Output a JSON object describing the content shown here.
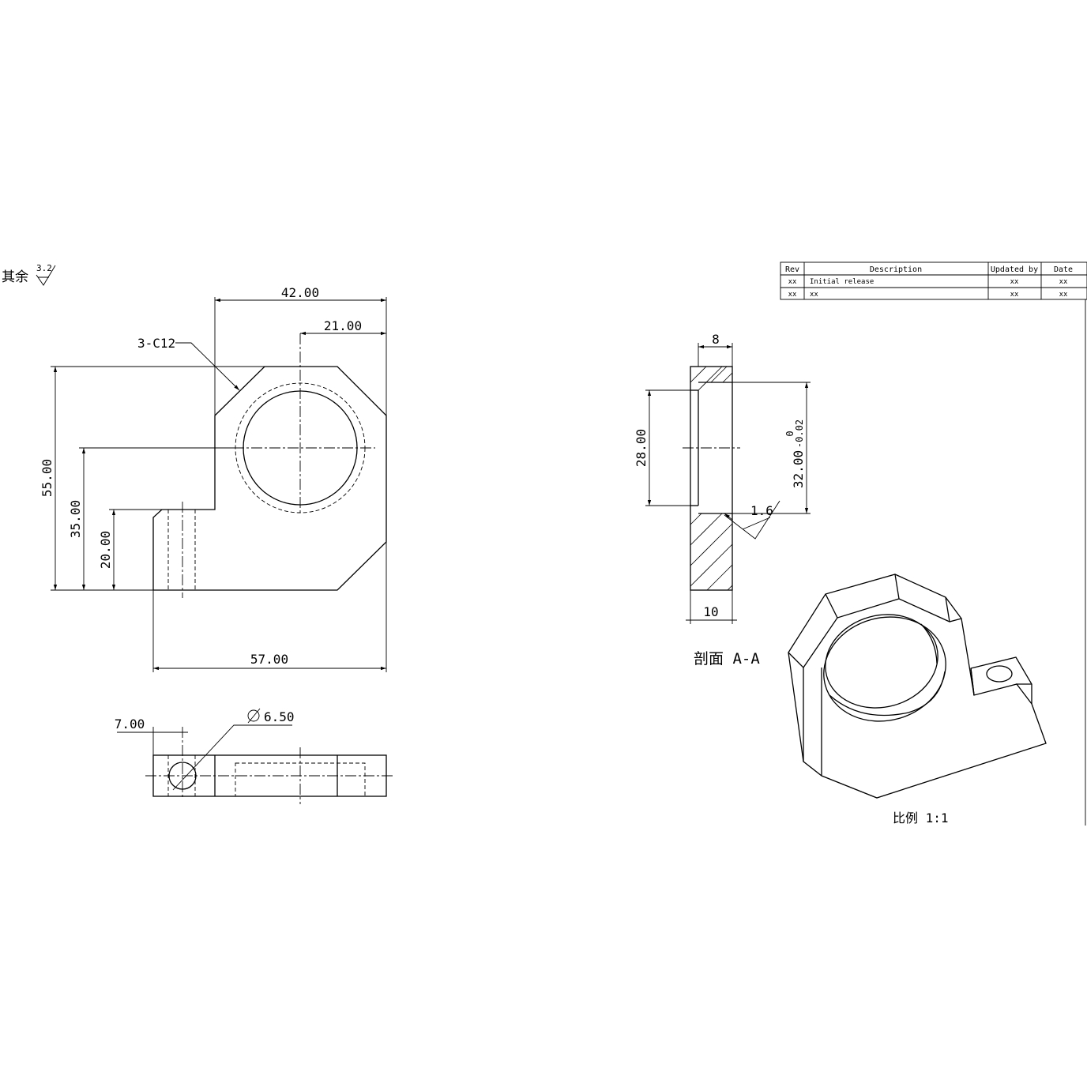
{
  "roughness_note": {
    "label": "其余",
    "value": "3.2"
  },
  "front_view": {
    "dims": {
      "width_top": "42.00",
      "to_center": "21.00",
      "chamfer": "3-C12",
      "height": "55.00",
      "center_height": "35.00",
      "tab_height": "20.00",
      "width_total": "57.00"
    }
  },
  "top_view": {
    "dims": {
      "hole_offset": "7.00",
      "hole_dia": "6.50"
    }
  },
  "section_view": {
    "dims": {
      "lip": "8",
      "bore": "28.00",
      "seat": "32.00",
      "tol_upper": "0",
      "tol_lower": "-0.02",
      "finish": "1.6",
      "thickness": "10"
    },
    "label": "剖面 A-A"
  },
  "iso_view": {
    "scale_label": "比例 1:1"
  },
  "revision_table": {
    "headers": [
      "Rev",
      "Description",
      "Updated by",
      "Date"
    ],
    "rows": [
      [
        "xx",
        "Initial release",
        "xx",
        "xx"
      ],
      [
        "xx",
        "xx",
        "xx",
        "xx"
      ]
    ]
  }
}
